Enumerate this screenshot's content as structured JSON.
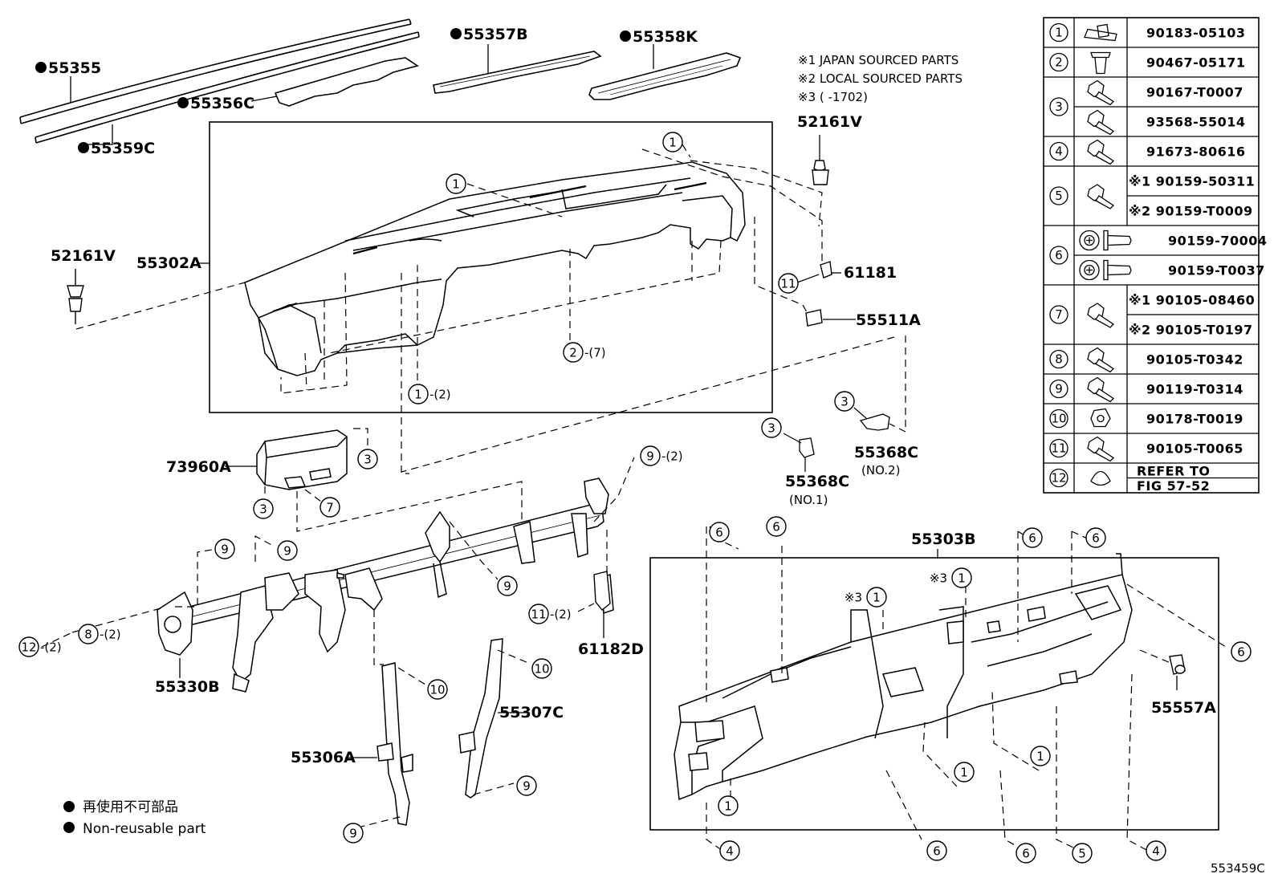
{
  "diagram_id": "553459C",
  "notes": [
    "※1  JAPAN SOURCED PARTS",
    "※2  LOCAL SOURCED PARTS",
    "※3 (        -1702)"
  ],
  "legend": [
    "再使用不可部品",
    "Non-reusable part"
  ],
  "part_labels": {
    "p55355": "55355",
    "p55359C": "55359C",
    "p55356C": "55356C",
    "p55357B": "55357B",
    "p55358K": "55358K",
    "p52161V_top": "52161V",
    "p52161V_left": "52161V",
    "p55302A": "55302A",
    "p61181": "61181",
    "p55511A": "55511A",
    "p73960A": "73960A",
    "p55368C_1": "55368C",
    "p55368C_1_sub": "(NO.1)",
    "p55368C_2": "55368C",
    "p55368C_2_sub": "(NO.2)",
    "p55303B": "55303B",
    "p61182D": "61182D",
    "p55330B": "55330B",
    "p55307C": "55307C",
    "p55306A": "55306A",
    "p55557A": "55557A"
  },
  "callout_suffixes": {
    "c2_7": "-(7)",
    "c1_2": "-(2)",
    "c9_2": "-(2)",
    "c11_2": "-(2)",
    "c8_2": "-(2)",
    "c12_2": "-(2)"
  },
  "callout_numbers": [
    "1",
    "2",
    "3",
    "4",
    "5",
    "6",
    "7",
    "8",
    "9",
    "10",
    "11",
    "12"
  ],
  "callout_prefix_x3": "※3",
  "parts_table": [
    {
      "no": "1",
      "parts": [
        "90183-05103"
      ]
    },
    {
      "no": "2",
      "parts": [
        "90467-05171"
      ]
    },
    {
      "no": "3",
      "parts": [
        "90167-T0007",
        "93568-55014"
      ]
    },
    {
      "no": "4",
      "parts": [
        "91673-80616"
      ]
    },
    {
      "no": "5",
      "parts": [
        "※1 90159-50311",
        "※2 90159-T0009"
      ]
    },
    {
      "no": "6",
      "parts": [
        "90159-70004",
        "90159-T0037"
      ]
    },
    {
      "no": "7",
      "parts": [
        "※1 90105-08460",
        "※2 90105-T0197"
      ]
    },
    {
      "no": "8",
      "parts": [
        "90105-T0342"
      ]
    },
    {
      "no": "9",
      "parts": [
        "90119-T0314"
      ]
    },
    {
      "no": "10",
      "parts": [
        "90178-T0019"
      ]
    },
    {
      "no": "11",
      "parts": [
        "90105-T0065"
      ]
    },
    {
      "no": "12",
      "parts": [
        "REFER TO",
        "FIG 57-52"
      ]
    }
  ]
}
